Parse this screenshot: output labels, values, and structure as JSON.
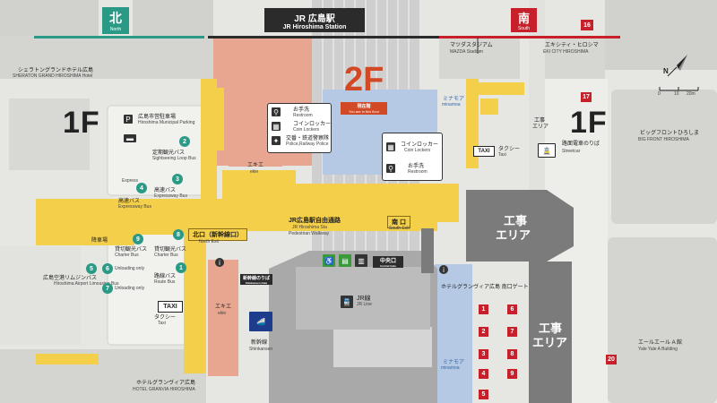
{
  "header": {
    "north_jp": "北",
    "north_en": "North",
    "station_jp": "JR 広島駅",
    "station_en": "JR Hiroshima Station",
    "south_jp": "南",
    "south_en": "South",
    "south_num": "16"
  },
  "floor": {
    "label": "2F",
    "current_jp": "現在階",
    "current_en": "You are in this floor"
  },
  "left_floor_label": "1F",
  "right_floor_label": "1F",
  "compass": {
    "n": "N",
    "scale_0": "0",
    "scale_10": "10",
    "scale_20": "20m"
  },
  "buildings": {
    "sheraton_jp": "シェラトングランドホテル広島",
    "sheraton_en": "SHERATON GRAND HIROSHIMA Hotel",
    "mazda_jp": "マツダスタジアム",
    "mazda_en": "MAZDA Stadium",
    "ekicity_jp": "エキシティ・ヒロシマ",
    "ekicity_en": "EKI CITY HIROSHIMA",
    "bigfront_jp": "ビッグフロントひろしま",
    "bigfront_en": "BIG FRONT HIROSHIMA",
    "granvia_jp": "ホテルグランヴィア広島",
    "granvia_en": "HOTEL GRANVIA HIROSHIMA",
    "yale_jp": "エールエール A 館",
    "yale_en": "Yale Yale A Building",
    "ekie_jp": "エキエ",
    "ekie_en": "ekie",
    "minamoa_jp": "ミナモア",
    "minamoa_en": "minamoa",
    "construction_jp": "工事",
    "construction_jp2": "エリア",
    "granvia_gate": "ホテルグランヴィア広島 南口ゲート"
  },
  "facilities": {
    "parking_jp": "広島市営駐車場",
    "parking_en": "Hiroshima Municipal Parking",
    "loopbus_jp": "定期観光バス",
    "loopbus_en": "Sightseeing Loop Bus",
    "express_jp": "高速バス",
    "express_en": "Expressway Bus",
    "expresslabel": "Express",
    "north_exit_jp": "北口（新幹線口）",
    "north_exit_en": "North Exit",
    "charter_jp": "貸切観光バス",
    "charter_en": "Charter Bus",
    "route_jp": "路線バス",
    "route_en": "Route Bus",
    "airport_jp": "広島空港リムジンバス",
    "airport_en": "Hiroshima Airport Limousine Bus",
    "taxi_label": "TAXI",
    "taxi_jp": "タクシー",
    "taxi_en": "Taxi",
    "walkway_jp": "JR広島駅自由通路",
    "walkway_en1": "JR Hiroshima Sta",
    "walkway_en2": "Pedestrian Walkway",
    "south_exit_jp": "南 口",
    "south_exit_en": "South Exit",
    "shinkansen_gate_jp": "新幹線のりば",
    "shinkansen_gate_en": "Shinkansen Gate",
    "central_gate_jp": "中央口",
    "central_gate_en": "Central Gate",
    "jrline_jp": "JR線",
    "jrline_en": "JR Line",
    "shinkansen_jp": "新幹線",
    "shinkansen_en": "Shinkansen",
    "streetcar_jp": "路面電車のりば",
    "streetcar_en": "Streetcar",
    "restroom_jp": "お手洗",
    "restroom_en": "Restroom",
    "locker_jp": "コインロッカー",
    "locker_en": "Coin Lockers",
    "police_jp": "交番・鉄道警察隊",
    "police_en": "Police,Railway Police",
    "unloading_jp": "降車場",
    "unloading_en": "Unloading only"
  },
  "bus_stops": {
    "s2": "2",
    "s3": "3",
    "s4": "4",
    "s5": "5",
    "s6": "6",
    "s7": "7",
    "s8": "8",
    "s9": "9",
    "s1": "1"
  },
  "south_stops": [
    "1",
    "2",
    "3",
    "4",
    "5",
    "6",
    "7",
    "8",
    "9"
  ],
  "right_nums": {
    "n17": "17",
    "n20": "20"
  },
  "colors": {
    "teal": "#2a9a86",
    "red": "#c8202a",
    "yellow": "#f4cf4a",
    "pink": "#e9a391",
    "blue": "#b9cbe3",
    "gray": "#b9b9b9"
  }
}
